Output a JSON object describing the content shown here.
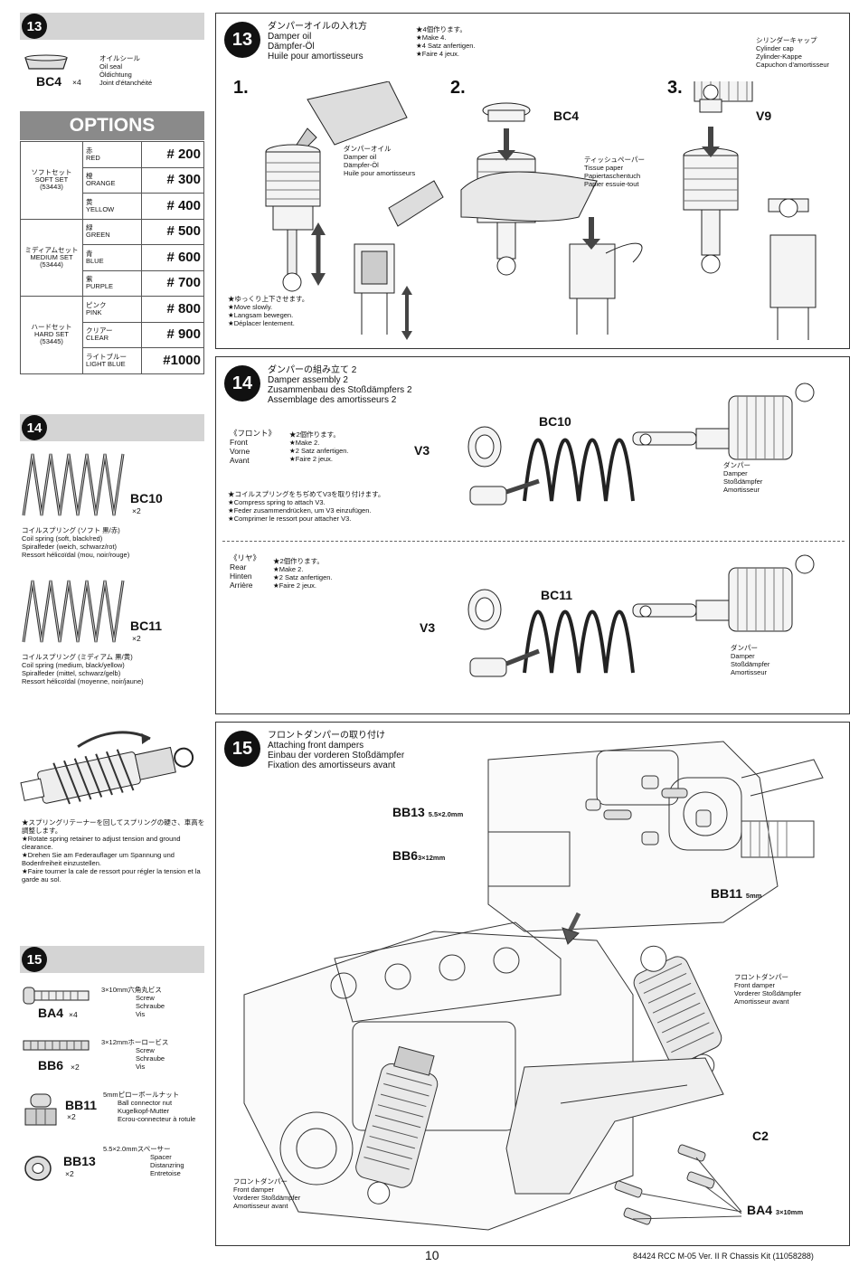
{
  "sidebar": {
    "step13": {
      "number": "13",
      "part_code": "BC4",
      "part_qty": "×4",
      "part_names": [
        "オイルシール",
        "Oil seal",
        "Öldichtung",
        "Joint d'étanchéité"
      ]
    },
    "options": {
      "title": "OPTIONS",
      "sets": [
        {
          "name": [
            "ソフトセット",
            "SOFT SET",
            "(53443)"
          ]
        },
        {
          "name": [
            "ミディアムセット",
            "MEDIUM SET",
            "(53444)"
          ]
        },
        {
          "name": [
            "ハードセット",
            "HARD SET",
            "(53445)"
          ]
        }
      ],
      "rows": [
        {
          "jp": "赤",
          "en": "RED",
          "weight": "# 200"
        },
        {
          "jp": "橙",
          "en": "ORANGE",
          "weight": "# 300"
        },
        {
          "jp": "黄",
          "en": "YELLOW",
          "weight": "# 400"
        },
        {
          "jp": "緑",
          "en": "GREEN",
          "weight": "# 500"
        },
        {
          "jp": "青",
          "en": "BLUE",
          "weight": "# 600"
        },
        {
          "jp": "紫",
          "en": "PURPLE",
          "weight": "# 700"
        },
        {
          "jp": "ピンク",
          "en": "PINK",
          "weight": "# 800"
        },
        {
          "jp": "クリアー",
          "en": "CLEAR",
          "weight": "# 900"
        },
        {
          "jp": "ライトブルー",
          "en": "LIGHT BLUE",
          "weight": "#1000"
        }
      ]
    },
    "step14": {
      "number": "14",
      "bc10_code": "BC10",
      "bc10_qty": "×2",
      "bc10_names": [
        "コイルスプリング (ソフト 黒/赤)",
        "Coil spring (soft, black/red)",
        "Spiralfeder (weich, schwarz/rot)",
        "Ressort hélicoïdal (mou, noir/rouge)"
      ],
      "bc11_code": "BC11",
      "bc11_qty": "×2",
      "bc11_names": [
        "コイルスプリング (ミディアム 黒/黄)",
        "Coil spring (medium, black/yellow)",
        "Spiralfeder (mittel, schwarz/gelb)",
        "Ressort hélicoïdal (moyenne, noir/jaune)"
      ],
      "note": [
        "★スプリングリテーナーを回してスプリングの硬さ、車高を調整します。",
        "★Rotate spring retainer to adjust tension and ground clearance.",
        "★Drehen Sie am Federauflager um Spannung und Bodenfreiheit einzustellen.",
        "★Faire tourner la cale de ressort pour régler la tension et la garde au sol."
      ]
    },
    "step15": {
      "number": "15",
      "parts": [
        {
          "code": "BA4",
          "qty": "×4",
          "names": [
            "3×10mm六角丸ビス",
            "Screw",
            "Schraube",
            "Vis"
          ]
        },
        {
          "code": "BB6",
          "qty": "×2",
          "names": [
            "3×12mmホーロービス",
            "Screw",
            "Schraube",
            "Vis"
          ]
        },
        {
          "code": "BB11",
          "qty": "×2",
          "names": [
            "5mmピローボールナット",
            "Ball connector nut",
            "Kugelkopf-Mutter",
            "Ecrou-connecteur à rotule"
          ]
        },
        {
          "code": "BB13",
          "qty": "×2",
          "names": [
            "5.5×2.0mmスペーサー",
            "Spacer",
            "Distanzring",
            "Entretoise"
          ]
        }
      ]
    }
  },
  "step13": {
    "number": "13",
    "title": [
      "ダンパーオイルの入れ方",
      "Damper oil",
      "Dämpfer-Öl",
      "Huile pour amortisseurs"
    ],
    "make": [
      "★4個作ります。",
      "★Make 4.",
      "★4 Satz anfertigen.",
      "★Faire 4 jeux."
    ],
    "sub1": "1.",
    "sub2": "2.",
    "sub3": "3.",
    "oil_label": [
      "ダンパーオイル",
      "Damper oil",
      "Dämpfer-Öl",
      "Huile pour amortisseurs"
    ],
    "move_slowly": [
      "★ゆっくり上下させます。",
      "★Move slowly.",
      "★Langsam bewegen.",
      "★Déplacer lentement."
    ],
    "bc4": "BC4",
    "tissue": [
      "ティッシュペーパー",
      "Tissue paper",
      "Papiertaschentuch",
      "Papier essuie-tout"
    ],
    "cyl_cap": [
      "シリンダーキャップ",
      "Cylinder cap",
      "Zylinder-Kappe",
      "Capuchon d'amortisseur"
    ],
    "v9": "V9"
  },
  "step14": {
    "number": "14",
    "title": [
      "ダンパーの組み立て 2",
      "Damper assembly 2",
      "Zusammenbau des Stoßdämpfers 2",
      "Assemblage des amortisseurs 2"
    ],
    "front_label": [
      "《フロント》",
      "Front",
      "Vorne",
      "Avant"
    ],
    "front_make": [
      "★2個作ります。",
      "★Make 2.",
      "★2 Satz anfertigen.",
      "★Faire 2 jeux."
    ],
    "compress": [
      "★コイルスプリングをちぢめてV3を取り付けます。",
      "★Compress spring to attach V3.",
      "★Feder zusammendrücken, um V3 einzufügen.",
      "★Comprimer le ressort pour attacher V3."
    ],
    "rear_label": [
      "《リヤ》",
      "Rear",
      "Hinten",
      "Arrière"
    ],
    "rear_make": [
      "★2個作ります。",
      "★Make 2.",
      "★2 Satz anfertigen.",
      "★Faire 2 jeux."
    ],
    "v3": "V3",
    "bc10": "BC10",
    "bc11": "BC11",
    "damper": [
      "ダンパー",
      "Damper",
      "Stoßdämpfer",
      "Amortisseur"
    ]
  },
  "step15": {
    "number": "15",
    "title": [
      "フロントダンパーの取り付け",
      "Attaching front dampers",
      "Einbau der vorderen Stoßdämpfer",
      "Fixation des amortisseurs avant"
    ],
    "bb13": "BB13",
    "bb13_size": "5.5×2.0mm",
    "bb6": "BB6",
    "bb6_size": "3×12mm",
    "bb11": "BB11",
    "bb11_size": "5mm",
    "front_damper_r": [
      "フロントダンパー",
      "Front damper",
      "Vorderer Stoßdämpfer",
      "Amortisseur avant"
    ],
    "front_damper_l": [
      "フロントダンパー",
      "Front damper",
      "Vorderer Stoßdämpfer",
      "Amortisseur avant"
    ],
    "c2": "C2",
    "ba4": "BA4",
    "ba4_size": "3×10mm"
  },
  "footer": {
    "page": "10",
    "kit": "84424 RCC M-05 Ver. II R Chassis Kit (11058288)"
  }
}
